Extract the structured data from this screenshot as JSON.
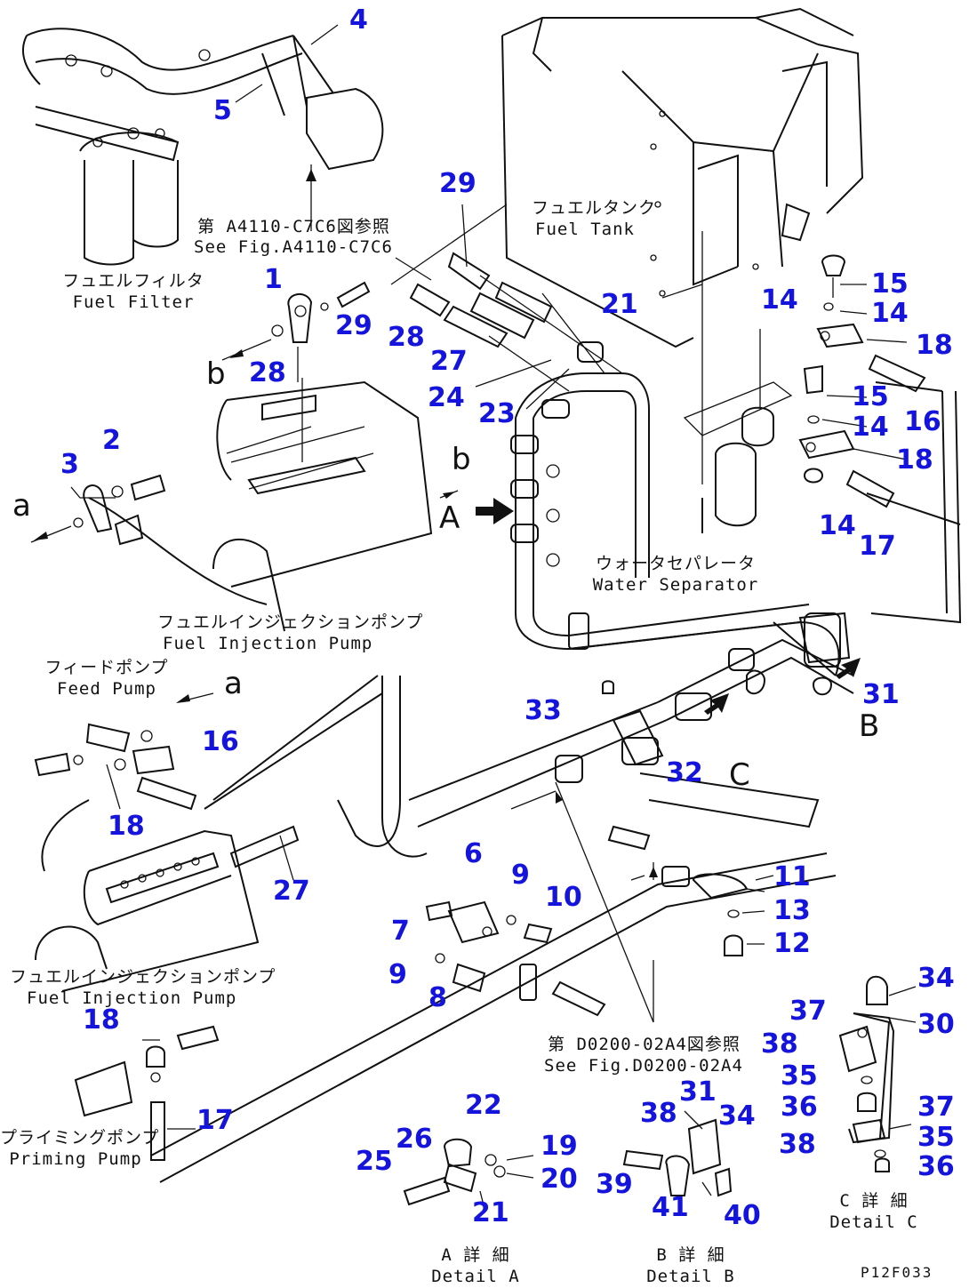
{
  "diagram": {
    "callouts": [
      {
        "id": "c4",
        "text": "4"
      },
      {
        "id": "c5",
        "text": "5"
      },
      {
        "id": "c29a",
        "text": "29"
      },
      {
        "id": "c1",
        "text": "1"
      },
      {
        "id": "c29b",
        "text": "29"
      },
      {
        "id": "c28a",
        "text": "28"
      },
      {
        "id": "c27a",
        "text": "27"
      },
      {
        "id": "c21a",
        "text": "21"
      },
      {
        "id": "c28b",
        "text": "28"
      },
      {
        "id": "c24",
        "text": "24"
      },
      {
        "id": "c23",
        "text": "23"
      },
      {
        "id": "c14a",
        "text": "14"
      },
      {
        "id": "c15a",
        "text": "15"
      },
      {
        "id": "c14b",
        "text": "14"
      },
      {
        "id": "c18a",
        "text": "18"
      },
      {
        "id": "c15b",
        "text": "15"
      },
      {
        "id": "c16a",
        "text": "16"
      },
      {
        "id": "c14c",
        "text": "14"
      },
      {
        "id": "c18b",
        "text": "18"
      },
      {
        "id": "c14d",
        "text": "14"
      },
      {
        "id": "c17a",
        "text": "17"
      },
      {
        "id": "c2",
        "text": "2"
      },
      {
        "id": "c3",
        "text": "3"
      },
      {
        "id": "c31a",
        "text": "31"
      },
      {
        "id": "c33",
        "text": "33"
      },
      {
        "id": "c32",
        "text": "32"
      },
      {
        "id": "c16b",
        "text": "16"
      },
      {
        "id": "c18c",
        "text": "18"
      },
      {
        "id": "c27b",
        "text": "27"
      },
      {
        "id": "c6",
        "text": "6"
      },
      {
        "id": "c9a",
        "text": "9"
      },
      {
        "id": "c10",
        "text": "10"
      },
      {
        "id": "c11",
        "text": "11"
      },
      {
        "id": "c13",
        "text": "13"
      },
      {
        "id": "c12",
        "text": "12"
      },
      {
        "id": "c7",
        "text": "7"
      },
      {
        "id": "c9b",
        "text": "9"
      },
      {
        "id": "c8",
        "text": "8"
      },
      {
        "id": "c18d",
        "text": "18"
      },
      {
        "id": "c34a",
        "text": "34"
      },
      {
        "id": "c30",
        "text": "30"
      },
      {
        "id": "c37a",
        "text": "37"
      },
      {
        "id": "c38a",
        "text": "38"
      },
      {
        "id": "c35a",
        "text": "35"
      },
      {
        "id": "c36a",
        "text": "36"
      },
      {
        "id": "c17b",
        "text": "17"
      },
      {
        "id": "c22",
        "text": "22"
      },
      {
        "id": "c31b",
        "text": "31"
      },
      {
        "id": "c34b",
        "text": "34"
      },
      {
        "id": "c26",
        "text": "26"
      },
      {
        "id": "c19",
        "text": "19"
      },
      {
        "id": "c25",
        "text": "25"
      },
      {
        "id": "c20",
        "text": "20"
      },
      {
        "id": "c38b",
        "text": "38"
      },
      {
        "id": "c39",
        "text": "39"
      },
      {
        "id": "c41",
        "text": "41"
      },
      {
        "id": "c40",
        "text": "40"
      },
      {
        "id": "c21b",
        "text": "21"
      },
      {
        "id": "c37b",
        "text": "37"
      },
      {
        "id": "c38c",
        "text": "38"
      },
      {
        "id": "c35b",
        "text": "35"
      },
      {
        "id": "c36b",
        "text": "36"
      }
    ],
    "labels": {
      "fuel_filter_jp": "フュエルフィルタ",
      "fuel_filter_en": "Fuel Filter",
      "see_a4110_jp": "第 A4110-C7C6図参照",
      "see_a4110_en": "See Fig.A4110-C7C6",
      "fuel_tank_jp": "フュエルタンク",
      "fuel_tank_en": "Fuel Tank",
      "water_sep_jp": "ウォータセパレータ",
      "water_sep_en": "Water Separator",
      "inj_pump_top_jp": "フュエルインジェクションポンプ",
      "inj_pump_top_en": "Fuel Injection Pump",
      "feed_pump_jp": "フィードポンプ",
      "feed_pump_en": "Feed Pump",
      "inj_pump_bot_jp": "フュエルインジェクションポンプ",
      "inj_pump_bot_en": "Fuel Injection Pump",
      "priming_jp": "プライミングポンプ",
      "priming_en": "Priming Pump",
      "see_d0200_jp": "第 D0200-02A4図参照",
      "see_d0200_en": "See Fig.D0200-02A4",
      "detail_a_jp": "A 詳 細",
      "detail_a_en": "Detail A",
      "detail_b_jp": "B 詳 細",
      "detail_b_en": "Detail B",
      "detail_c_jp": "C 詳 細",
      "detail_c_en": "Detail C"
    },
    "view_letters": {
      "a_left": "a",
      "b_top": "b",
      "b_right": "b",
      "A": "A",
      "a_feed": "a",
      "B": "B",
      "C": "C"
    },
    "drawing_code": "P12F033"
  }
}
